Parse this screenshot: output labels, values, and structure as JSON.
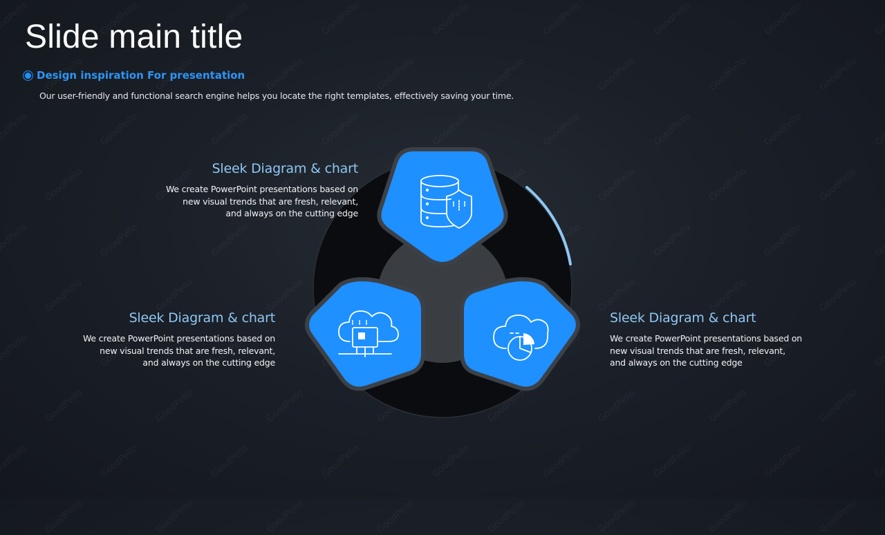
{
  "slide": {
    "title": "Slide main title",
    "subtitle": "Design inspiration For presentation",
    "description": "Our user-friendly and functional search engine helps you locate the right templates, effectively saving your time."
  },
  "items": [
    {
      "heading": "Sleek Diagram & chart",
      "lines": [
        "We create PowerPoint presentations based on",
        "new visual trends that are fresh, relevant,",
        "and always on the cutting edge"
      ],
      "icon": "database-shield-icon"
    },
    {
      "heading": "Sleek Diagram & chart",
      "lines": [
        "We create PowerPoint presentations based on",
        "new visual trends that are fresh, relevant,",
        "and always on the cutting edge"
      ],
      "icon": "cloud-chip-icon"
    },
    {
      "heading": "Sleek Diagram & chart",
      "lines": [
        "We create PowerPoint presentations based on",
        "new visual trends that are fresh, relevant,",
        "and always on the cutting edge"
      ],
      "icon": "cloud-pie-chart-icon"
    }
  ],
  "watermark": "GoodPello",
  "colors": {
    "accent": "#1e90ff",
    "heading": "#8fc7f3",
    "arc": "#8fc7f3",
    "background": "#1b2028"
  }
}
